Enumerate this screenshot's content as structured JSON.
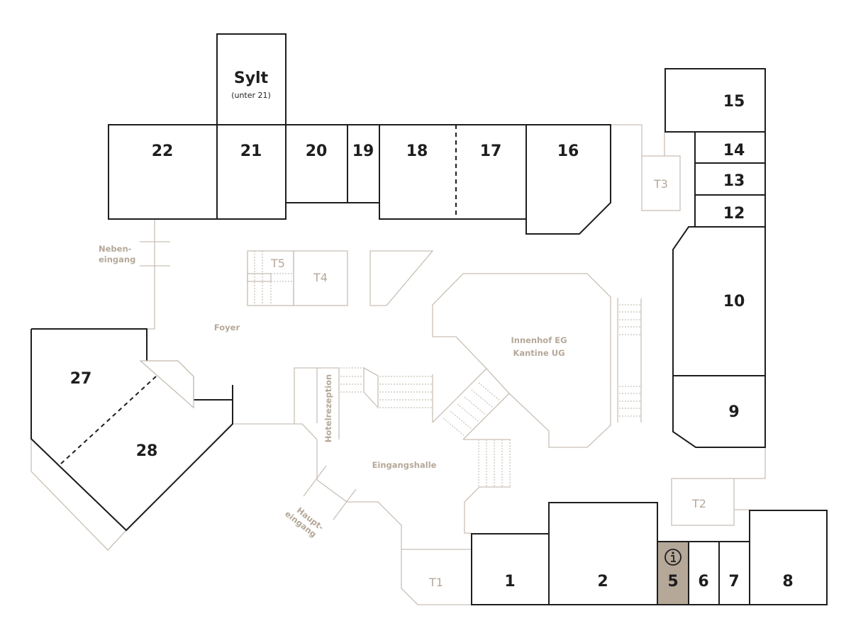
{
  "map": {
    "colors": {
      "room_stroke": "#1e1e1e",
      "wall": "#c9c0b6",
      "label_muted": "#b5a899",
      "highlight": "#b5a899"
    },
    "rooms": [
      {
        "id": "sylt",
        "label": "Sylt",
        "sublabel": "(unter 21)"
      },
      {
        "id": "22",
        "label": "22"
      },
      {
        "id": "21",
        "label": "21"
      },
      {
        "id": "20",
        "label": "20"
      },
      {
        "id": "19",
        "label": "19"
      },
      {
        "id": "18",
        "label": "18"
      },
      {
        "id": "17",
        "label": "17"
      },
      {
        "id": "16",
        "label": "16"
      },
      {
        "id": "15",
        "label": "15"
      },
      {
        "id": "14",
        "label": "14"
      },
      {
        "id": "13",
        "label": "13"
      },
      {
        "id": "12",
        "label": "12"
      },
      {
        "id": "10",
        "label": "10"
      },
      {
        "id": "9",
        "label": "9"
      },
      {
        "id": "27",
        "label": "27"
      },
      {
        "id": "28",
        "label": "28"
      },
      {
        "id": "1",
        "label": "1"
      },
      {
        "id": "2",
        "label": "2"
      },
      {
        "id": "5",
        "label": "5",
        "highlighted": true,
        "icon": "info-icon"
      },
      {
        "id": "6",
        "label": "6"
      },
      {
        "id": "7",
        "label": "7"
      },
      {
        "id": "8",
        "label": "8"
      }
    ],
    "stairwells": [
      "T1",
      "T2",
      "T3",
      "T4",
      "T5"
    ],
    "areas": {
      "foyer": "Foyer",
      "innenhof_line1": "Innenhof EG",
      "innenhof_line2": "Kantine UG",
      "eingangshalle": "Eingangshalle",
      "hotelrezeption": "Hotelrezeption",
      "nebeneingang_line1": "Neben-",
      "nebeneingang_line2": "eingang",
      "haupteingang_line1": "Haupt-",
      "haupteingang_line2": "eingang"
    }
  }
}
